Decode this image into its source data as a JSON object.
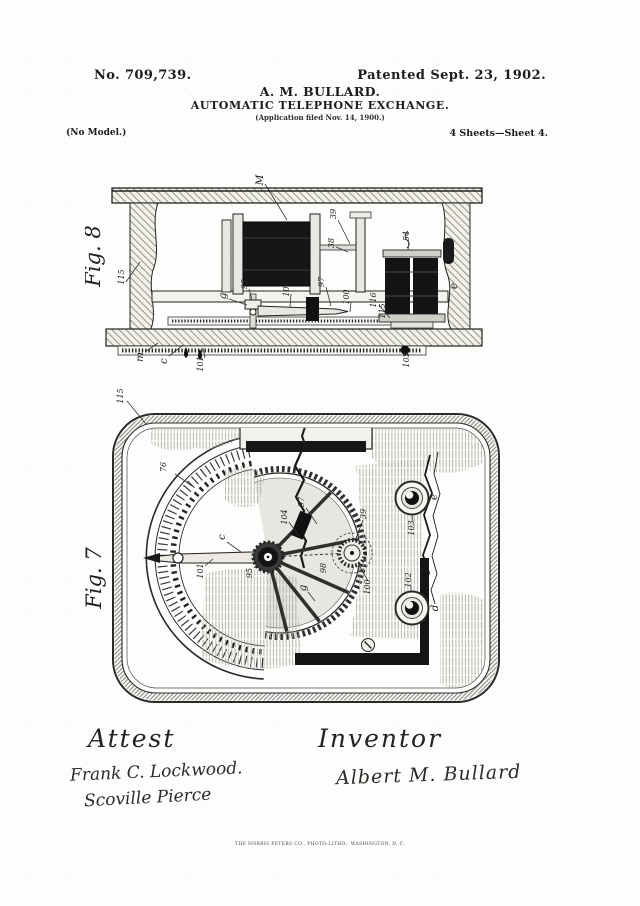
{
  "page": {
    "patent_number": "No. 709,739.",
    "patent_date": "Patented Sept. 23, 1902.",
    "author": "A. M. BULLARD.",
    "title": "AUTOMATIC TELEPHONE EXCHANGE.",
    "application_note": "(Application filed Nov. 14, 1900.)",
    "model_note": "(No Model.)",
    "sheet_note": "4 Sheets—Sheet 4.",
    "printer_line": "THE NORRIS PETERS CO., PHOTO-LITHO., WASHINGTON, D. C."
  },
  "fig8": {
    "caption": "Fig. 8",
    "labels": [
      "M",
      "39",
      "38",
      "54",
      "115",
      "g",
      "95",
      "104",
      "97",
      "100",
      "116",
      "115",
      "e",
      "m",
      "c",
      "101",
      "103"
    ]
  },
  "fig7": {
    "caption": "Fig. 7",
    "labels": [
      "115",
      "76",
      "97",
      "104",
      "39",
      "98",
      "g",
      "c",
      "101",
      "95",
      "100",
      "103",
      "e",
      "102",
      "d"
    ]
  },
  "signatures": {
    "attest_heading": "Attest",
    "inventor_heading": "Inventor",
    "witness_1": "Frank C. Lockwood.",
    "witness_2": "Scoville Pierce",
    "inventor_signature": "Albert M. Bullard"
  },
  "colors": {
    "ink": "#1c1c1c",
    "paper": "#fdfdfc"
  }
}
